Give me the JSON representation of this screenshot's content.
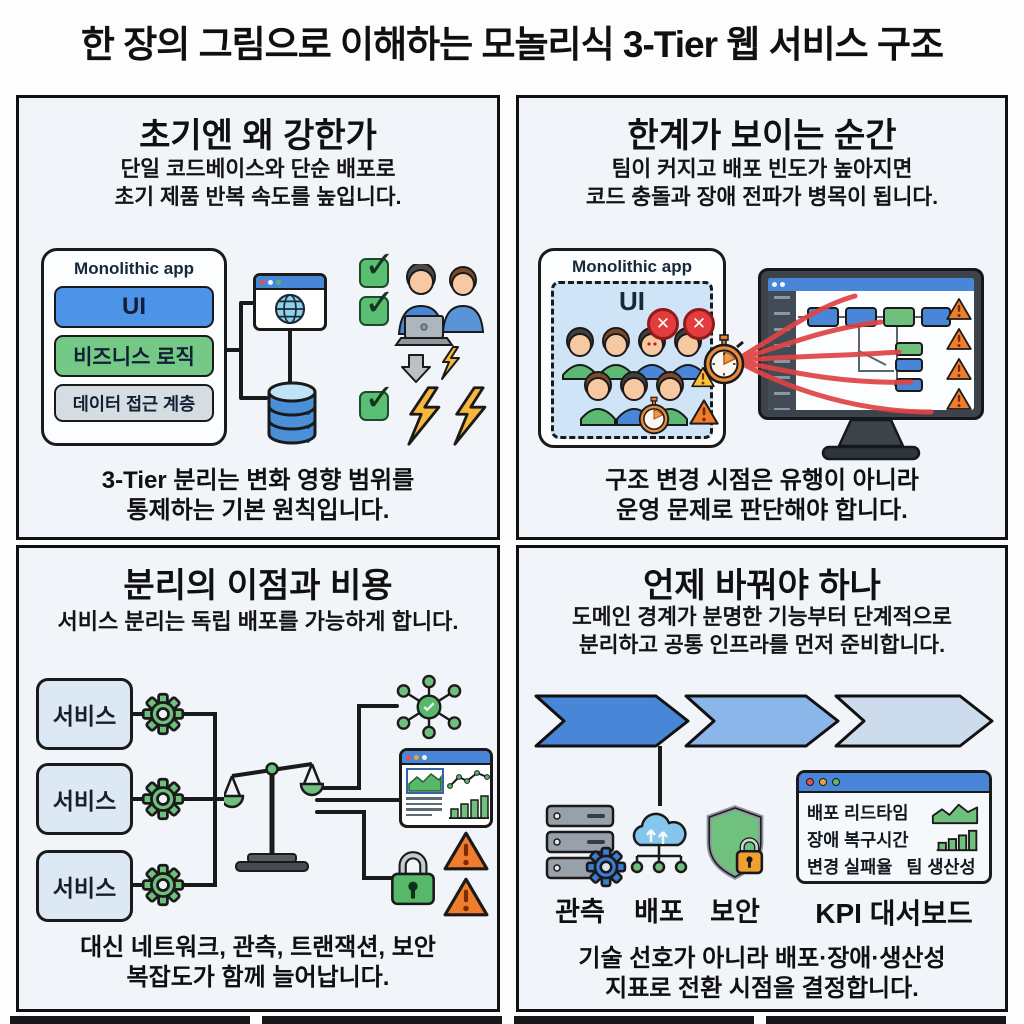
{
  "title": "한 장의 그림으로 이해하는 모놀리식 3-Tier 웹 서비스 구조",
  "glyphs": {
    "check": "✓",
    "cross": "✕"
  },
  "colors": {
    "panel_bg": "#f1f5f9",
    "blue": "#4a86d8",
    "mid_blue": "#8ab6ea",
    "pale_blue": "#ccdcec",
    "green": "#6fbf7d",
    "layer_gray": "#d6dde2",
    "orange": "#ef7d2d",
    "yellow": "#f6b73c",
    "red": "#e23c3c",
    "dark": "#101010"
  },
  "panels": {
    "early": {
      "title": "초기엔 왜 강한가",
      "subtitle": "단일 코드베이스와 단순 배포로\n초기 제품 반복 속도를 높입니다.",
      "monolith_label": "Monolithic app",
      "layers": [
        "UI",
        "비즈니스 로직",
        "데이터 접근 계층"
      ],
      "footer": "3-Tier 분리는 변화 영향 범위를\n통제하는 기본 원칙입니다."
    },
    "limits": {
      "title": "한계가 보이는 순간",
      "subtitle": "팀이 커지고 배포 빈도가 높아지면\n코드 충돌과 장애 전파가 병목이 됩니다.",
      "monolith_label": "Monolithic app",
      "inner_label": "UI",
      "footer": "구조 변경 시점은 유행이 아니라\n운영 문제로 판단해야 합니다."
    },
    "costs": {
      "title": "분리의 이점과 비용",
      "subtitle": "서비스 분리는 독립 배포를 가능하게 합니다.",
      "services": [
        "서비스",
        "서비스",
        "서비스"
      ],
      "footer": "대신 네트워크, 관측, 트랜잭션, 보안\n복잡도가 함께 늘어납니다."
    },
    "when": {
      "title": "언제 바꿔야 하나",
      "subtitle": "도메인 경계가 분명한 기능부터 단계적으로\n분리하고 공통 인프라를 먼저 준비합니다.",
      "icon_labels": [
        "관측",
        "배포",
        "보안"
      ],
      "kpi": {
        "rows": [
          "배포 리드타임",
          "장애 복구시간",
          "변경 실패율",
          "팀 생산성"
        ],
        "caption": "KPI 대서보드"
      },
      "footer": "기술 선호가 아니라 배포·장애·생산성\n지표로 전환 시점을 결정합니다."
    }
  }
}
